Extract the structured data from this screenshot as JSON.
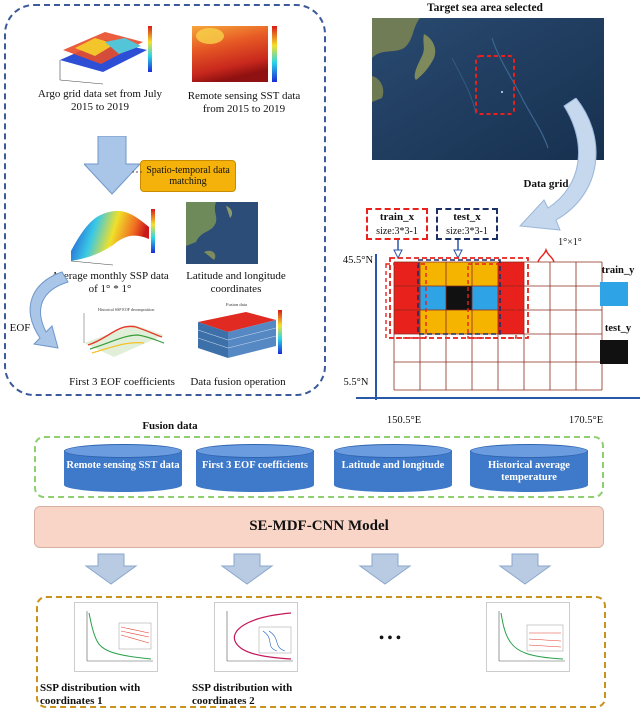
{
  "top_left_panel": {
    "argo_caption": "Argo grid data set from July 2015 to 2019",
    "sst_caption": "Remote sensing SST data from 2015 to 2019",
    "matching_label": "Spatio-temporal data matching",
    "avg_ssp_caption": "Average monthly  SSP data of 1°  * 1°",
    "latlon_caption": "Latitude and longitude coordinates",
    "eof_label": "EOF",
    "eof_coeff_caption": "First 3 EOF coefficients",
    "fusion_op_caption": "Data fusion operation"
  },
  "right_panel": {
    "map_title": "Target sea area selected",
    "data_grid_label": "Data grid",
    "train_x_label": "train_x",
    "train_x_size": "size:3*3-1",
    "test_x_label": "test_x",
    "test_x_size": "size:3*3-1",
    "cell_size": "1°×1°",
    "lat_top": "45.5°N",
    "lat_bottom": "5.5°N",
    "lon_left": "150.5°E",
    "lon_right": "170.5°E",
    "legend_train": "train_y",
    "legend_test": "test_y",
    "colors": {
      "red": "#e8211c",
      "yellow": "#f4b400",
      "blue": "#2ea3e6",
      "black": "#111111",
      "grid": "#8b2a1e"
    }
  },
  "fusion": {
    "title": "Fusion data",
    "items": [
      "Remote sensing SST data",
      "First 3 EOF coefficients",
      "Latitude and longitude",
      "Historical average temperature"
    ]
  },
  "model": {
    "label": "SE-MDF-CNN Model",
    "color": "#f9d5c7"
  },
  "outputs": {
    "caption1": "SSP distribution with coordinates 1",
    "caption2": "SSP distribution with coordinates 2",
    "ellipsis": "• • •"
  }
}
